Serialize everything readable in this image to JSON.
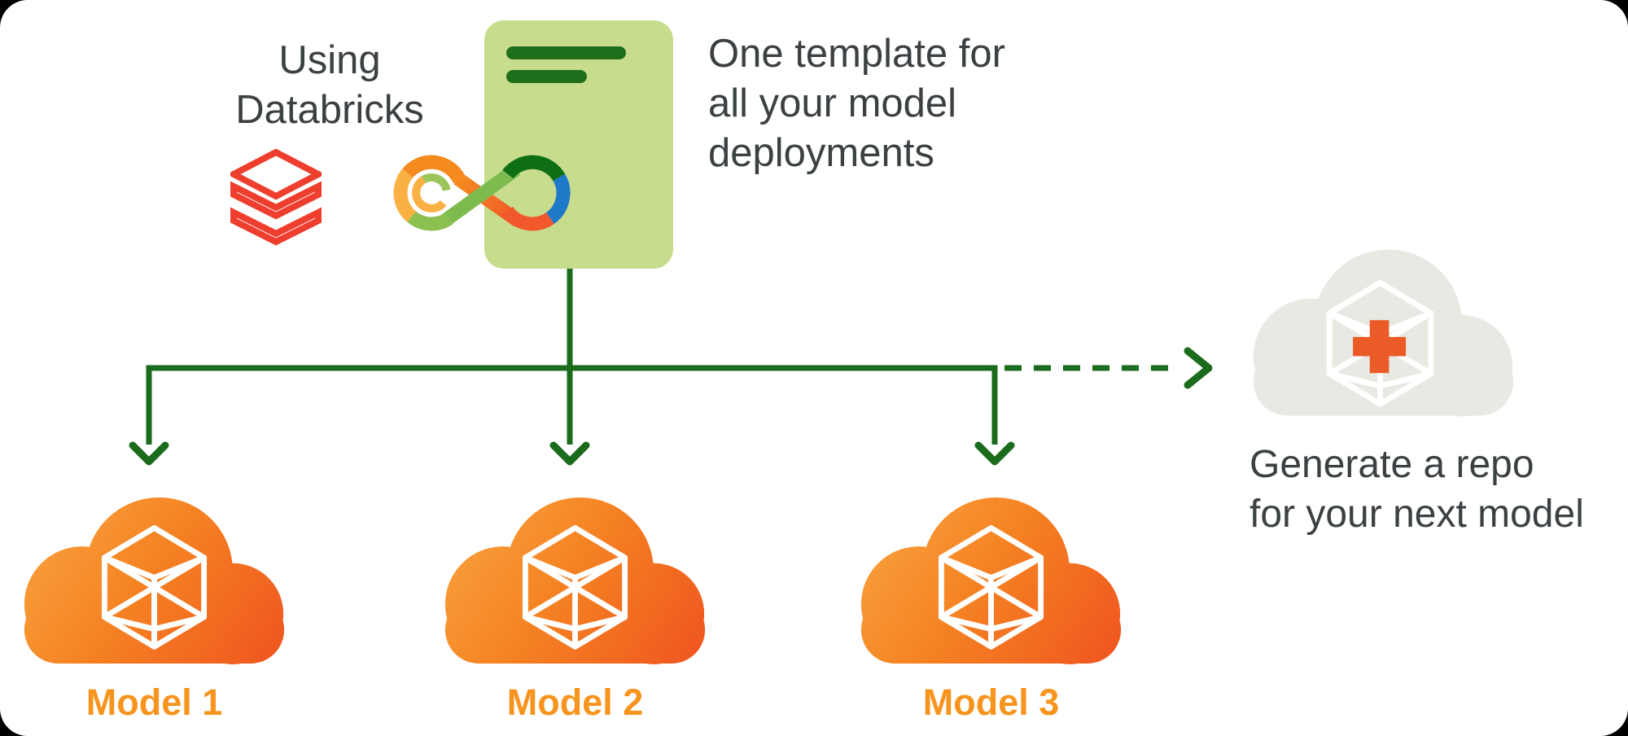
{
  "intro": {
    "caption": "Using\nDatabricks"
  },
  "template": {
    "caption": "One template for\nall your model\ndeployments"
  },
  "models": [
    {
      "label": "Model 1"
    },
    {
      "label": "Model 2"
    },
    {
      "label": "Model 3"
    }
  ],
  "generate": {
    "caption": "Generate a repo\nfor your next model"
  },
  "icons": {
    "databricks-logo-icon": "red-stacked-layer-diamonds",
    "mlflow-logo-icon": "multicolor-infinity-loop",
    "template-card-icon": "green-document-card-with-text-bars",
    "model-cloud-icon": "orange-gradient-cloud-with-white-wireframe-cube",
    "add-repo-cloud-icon": "gray-cloud-with-white-wireframe-cube-and-orange-plus",
    "plus-icon": "orange-plus",
    "down-arrow-icon": "dark-green-downward-arrow",
    "dashed-arrow-icon": "dark-green-dashed-right-arrow"
  },
  "colors": {
    "outer_background": "#000000",
    "background": "#FFFFFF",
    "text_dark": "#3B4043",
    "connector_green": "#1A6B1C",
    "template_card_green": "#C7DC8D",
    "template_bar_green": "#1E6E1B",
    "cloud_gradient_start": "#F9A33F",
    "cloud_gradient_end": "#EF541F",
    "model_label_orange": "#F7941E",
    "generate_cloud_gray": "#E7EAE2",
    "plus_orange": "#EB5B28",
    "databricks_red": "#EE3F2E",
    "mlflow_blue": "#1E79C8",
    "mlflow_dark_green": "#0E6E14",
    "mlflow_light_green": "#7DBB4F",
    "mlflow_orange": "#F58A1E",
    "mlflow_amber": "#FBB043",
    "mlflow_red_orange": "#F1582B"
  }
}
